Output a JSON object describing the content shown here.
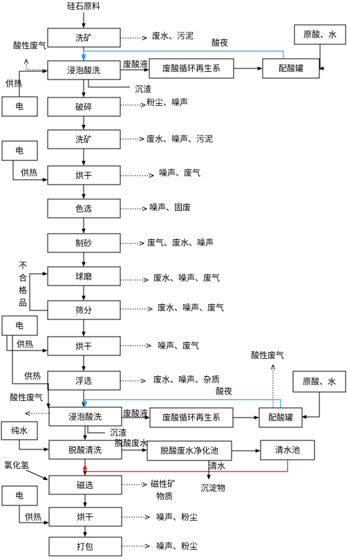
{
  "raw_material": "硅石原料",
  "steps": {
    "wash1": "洗矿",
    "soak1": "浸泡酸洗",
    "crush": "破碎",
    "wash2": "洗矿",
    "dry1": "烘干",
    "color_sort": "色选",
    "sand_make": "制砂",
    "ball_mill": "球磨",
    "screen": "筛分",
    "dry2": "烘干",
    "flotation": "浮选",
    "soak2": "浸泡酸洗",
    "deacid": "脱酸清洗",
    "magnetic": "磁选",
    "dry3": "烘干",
    "pack": "打包"
  },
  "side_boxes": {
    "regen1": "废酸循环再生系",
    "mix1": "配酸罐",
    "raw_acid1": "原酸、水",
    "regen2": "废酸循环再生系",
    "mix2": "配酸罐",
    "raw_acid2": "原酸、水",
    "purify": "脱酸废水净化池",
    "clear_pool": "清水池",
    "power1": "电",
    "power2": "电",
    "power3": "电",
    "power4": "电",
    "pure_water": "纯水"
  },
  "emissions": {
    "wash1": "废水、污泥",
    "crush": "粉尘、噪声",
    "wash2": "废水、噪声、污泥",
    "dry1": "噪声、废气",
    "color_sort": "噪声、固废",
    "sand_make": "废气、废水、噪声",
    "ball_mill": "废水、噪声、废气",
    "screen": "废水、噪声、废气",
    "dry2": "噪声、废气",
    "flotation": "废水、噪声、杂质",
    "magnetic_1": "磁性矿",
    "magnetic_2": "物质",
    "dry3": "噪声、粉尘",
    "pack": "噪声、粉尘"
  },
  "labels": {
    "acid_gas1": "酸性废气",
    "acid_gas2": "酸性废气",
    "acid_gas3": "酸性废气",
    "acid_liquid1": "酸夜",
    "acid_liquid2": "酸夜",
    "waste_acid1": "废酸液",
    "waste_acid2": "废酸液",
    "sediment1": "沉渣",
    "sediment2": "沉渣",
    "heat1": "供热",
    "heat2": "供热",
    "heat3": "供热",
    "heat4": "供热",
    "heat5": "供热",
    "deacid_waste": "脱酸废水",
    "clear_water": "清水",
    "precipitate": "沉淀物",
    "hcl": "氯化氢",
    "reject_1": "不",
    "reject_2": "合",
    "reject_3": "格",
    "reject_4": "品"
  },
  "colors": {
    "acid_return": "#29a3e6",
    "water_return": "#e01b1b",
    "line": "#000000"
  }
}
